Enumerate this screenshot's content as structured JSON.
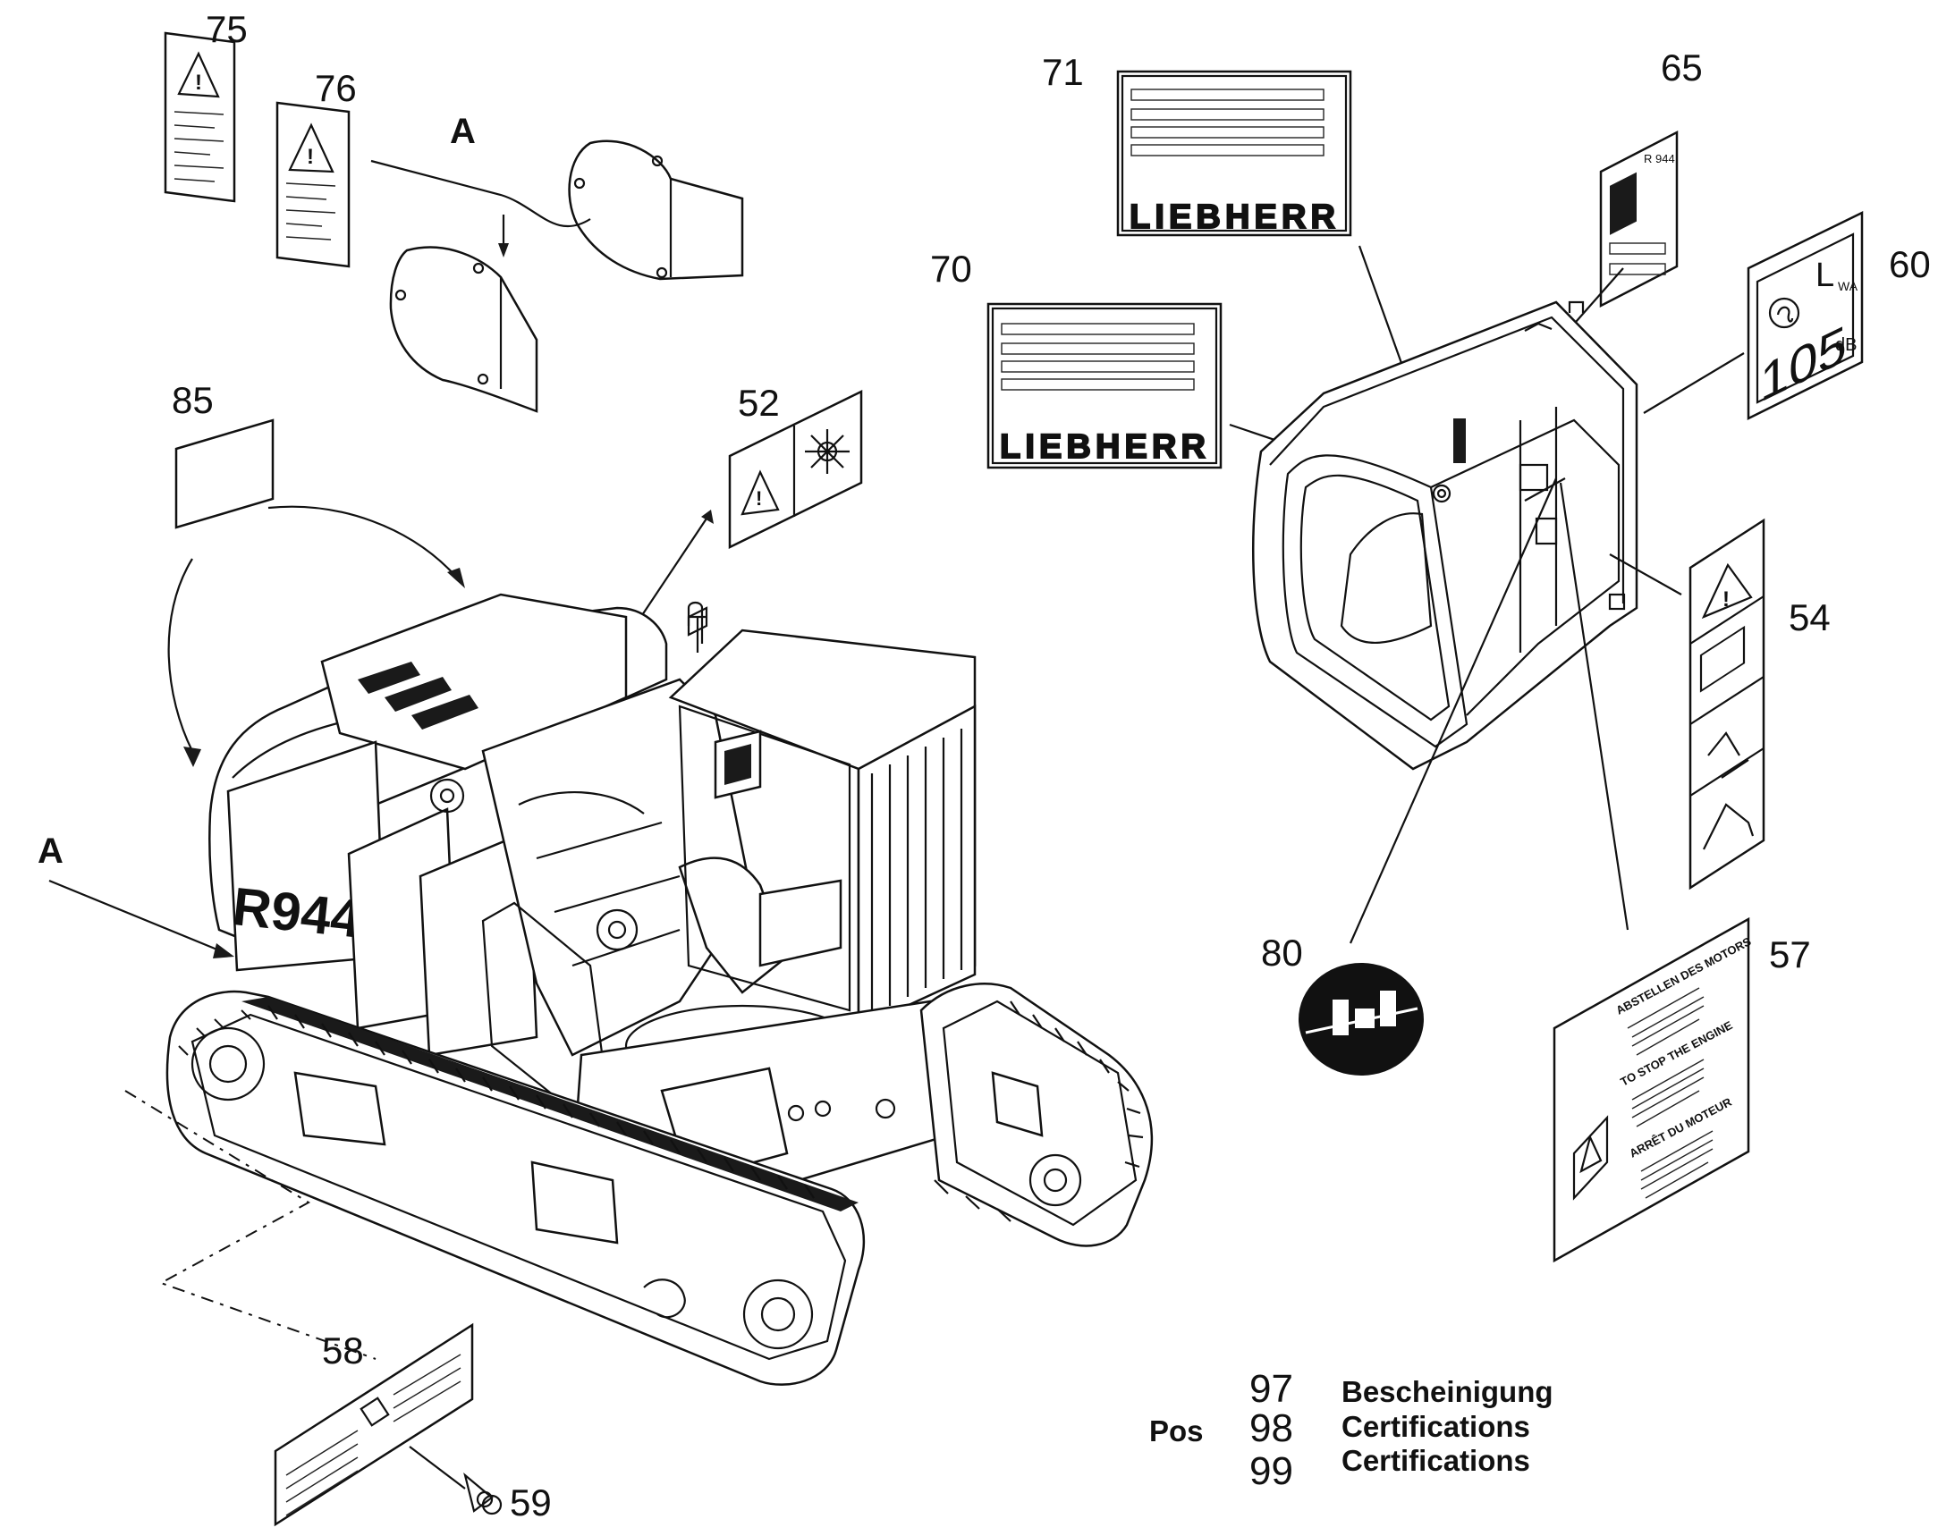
{
  "callouts": {
    "p75": "75",
    "p76": "76",
    "p85": "85",
    "p52": "52",
    "p71": "71",
    "p70": "70",
    "p65": "65",
    "p60": "60",
    "p54": "54",
    "p80": "80",
    "p57": "57",
    "p58": "58",
    "p59": "59"
  },
  "view_labels": {
    "a_top": "A",
    "a_left": "A"
  },
  "noise_label": {
    "symbol": "L",
    "subscript": "WA",
    "value": "105",
    "unit": "dB"
  },
  "brand_plate": "LIEBHERR",
  "model_mark": "R944",
  "sticker_65_text": "R 944",
  "notice_57": {
    "line1": "ABSTELLEN DES MOTORS",
    "line2": "TO STOP THE ENGINE",
    "line3": "ARRÊT DU MOTEUR"
  },
  "legend": {
    "pos_label": "Pos",
    "rows": [
      {
        "num": "97",
        "text": "Bescheinigung"
      },
      {
        "num": "98",
        "text": "Certifications"
      },
      {
        "num": "99",
        "text": "Certifications"
      }
    ]
  }
}
